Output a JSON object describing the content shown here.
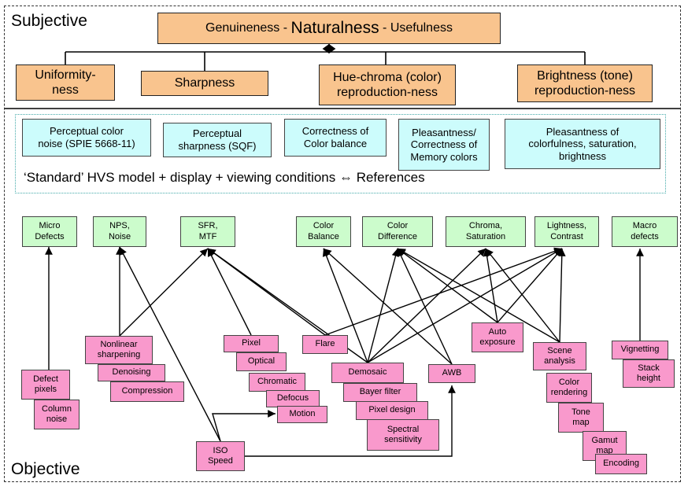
{
  "labels": {
    "subjective": "Subjective",
    "objective": "Objective"
  },
  "top": {
    "left": "Genuineness",
    "sep1": " - ",
    "main": "Naturalness",
    "sep2": " - ",
    "right": "Usefulness"
  },
  "attributes": [
    {
      "id": "uni",
      "text": "Uniformity-\nness"
    },
    {
      "id": "sharp",
      "text": "Sharpness"
    },
    {
      "id": "hue",
      "text": "Hue-chroma (color)\nreproduction-ness"
    },
    {
      "id": "bright",
      "text": "Brightness (tone)\nreproduction-ness"
    }
  ],
  "perceptual": [
    {
      "id": "p1",
      "text": "Perceptual color\nnoise (SPIE 5668-11)"
    },
    {
      "id": "p2",
      "text": "Perceptual\nsharpness (SQF)"
    },
    {
      "id": "p3",
      "text": "Correctness of\nColor balance"
    },
    {
      "id": "p4",
      "text": "Pleasantness/\nCorrectness of\nMemory colors"
    },
    {
      "id": "p5",
      "text": "Pleasantness of\ncolorfulness, saturation,\nbrightness"
    }
  ],
  "hvs_text": "‘Standard’ HVS model + display + viewing conditions ⇔ References",
  "metrics": [
    {
      "id": "micro",
      "text": "Micro\nDefects"
    },
    {
      "id": "nps",
      "text": "NPS,\nNoise"
    },
    {
      "id": "sfr",
      "text": "SFR,\nMTF"
    },
    {
      "id": "cbal",
      "text": "Color\nBalance"
    },
    {
      "id": "cdiff",
      "text": "Color\nDifference"
    },
    {
      "id": "chroma",
      "text": "Chroma,\nSaturation"
    },
    {
      "id": "light",
      "text": "Lightness,\nContrast"
    },
    {
      "id": "macro",
      "text": "Macro\ndefects"
    }
  ],
  "factors": [
    {
      "id": "defect",
      "text": "Defect\npixels"
    },
    {
      "id": "colnoise",
      "text": "Column\nnoise"
    },
    {
      "id": "nonlin",
      "text": "Nonlinear\nsharpening"
    },
    {
      "id": "denoise",
      "text": "Denoising"
    },
    {
      "id": "compress",
      "text": "Compression"
    },
    {
      "id": "pixel",
      "text": "Pixel"
    },
    {
      "id": "optical",
      "text": "Optical"
    },
    {
      "id": "chromatic",
      "text": "Chromatic"
    },
    {
      "id": "defocus",
      "text": "Defocus"
    },
    {
      "id": "motion",
      "text": "Motion"
    },
    {
      "id": "iso",
      "text": "ISO\nSpeed"
    },
    {
      "id": "flare",
      "text": "Flare"
    },
    {
      "id": "demosaic",
      "text": "Demosaic"
    },
    {
      "id": "bayer",
      "text": "Bayer filter"
    },
    {
      "id": "pixdesign",
      "text": "Pixel design"
    },
    {
      "id": "spectral",
      "text": "Spectral\nsensitivity"
    },
    {
      "id": "awb",
      "text": "AWB"
    },
    {
      "id": "autoexp",
      "text": "Auto\nexposure"
    },
    {
      "id": "scene",
      "text": "Scene\nanalysis"
    },
    {
      "id": "colrend",
      "text": "Color\nrendering"
    },
    {
      "id": "tone",
      "text": "Tone\nmap"
    },
    {
      "id": "gamut",
      "text": "Gamut\nmap"
    },
    {
      "id": "encoding",
      "text": "Encoding"
    },
    {
      "id": "vignet",
      "text": "Vignetting"
    },
    {
      "id": "stack",
      "text": "Stack\nheight"
    }
  ]
}
